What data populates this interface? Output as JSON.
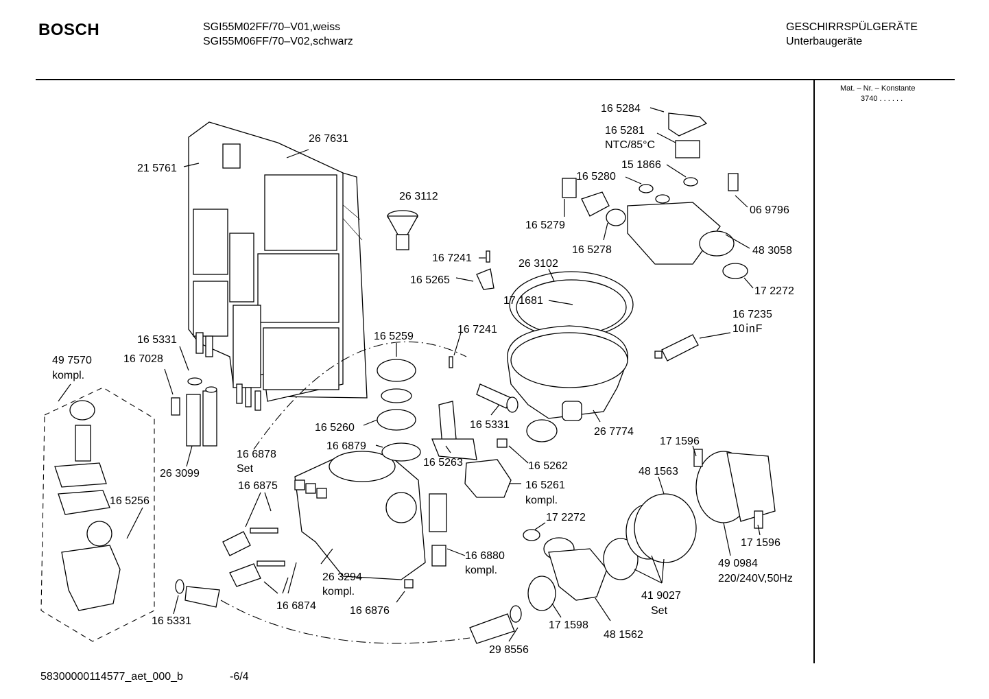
{
  "header": {
    "brand": "BOSCH",
    "model_line1": "SGI55M02FF/70–V01,weiss",
    "model_line2": "SGI55M06FF/70–V02,schwarz",
    "category_line1": "GESCHIRRSPÜLGERÄTE",
    "category_line2": "Unterbaugeräte"
  },
  "side_panel": {
    "mat_label": "Mat. – Nr. – Konstante",
    "mat_value": "3740 . . . . . ."
  },
  "footer": {
    "doc_id": "58300000114577_aet_000_b",
    "page": "-6/4"
  },
  "parts": [
    {
      "number": "16 5284"
    },
    {
      "number": "16 5281",
      "note": "NTC/85°C"
    },
    {
      "number": "15 1866"
    },
    {
      "number": "16 5280"
    },
    {
      "number": "06 9796"
    },
    {
      "number": "16 5279"
    },
    {
      "number": "16 5278"
    },
    {
      "number": "48 3058"
    },
    {
      "number": "17 2272"
    },
    {
      "number": "26 7631"
    },
    {
      "number": "21 5761"
    },
    {
      "number": "26 3112"
    },
    {
      "number": "16 7241"
    },
    {
      "number": "26 3102"
    },
    {
      "number": "16 5265"
    },
    {
      "number": "17 1681"
    },
    {
      "number": "16 7235",
      "note": "10㏌F"
    },
    {
      "number": "16 5331"
    },
    {
      "number": "16 7028"
    },
    {
      "number": "16 5259"
    },
    {
      "number": "16 7241"
    },
    {
      "number": "49 7570",
      "note": "kompl."
    },
    {
      "number": "16 5260"
    },
    {
      "number": "16 5331"
    },
    {
      "number": "26 7774"
    },
    {
      "number": "16 6878",
      "note": "Set"
    },
    {
      "number": "16 6879"
    },
    {
      "number": "16 5263"
    },
    {
      "number": "16 5262"
    },
    {
      "number": "17 1596"
    },
    {
      "number": "26 3099"
    },
    {
      "number": "48 1563"
    },
    {
      "number": "16 6875"
    },
    {
      "number": "16 5261",
      "note": "kompl."
    },
    {
      "number": "16 5256"
    },
    {
      "number": "17 2272"
    },
    {
      "number": "17 1596"
    },
    {
      "number": "16 6880",
      "note": "kompl."
    },
    {
      "number": "26 3294",
      "note": "kompl."
    },
    {
      "number": "49 0984",
      "note": "220/240V,50Hz"
    },
    {
      "number": "41 9027",
      "note": "Set"
    },
    {
      "number": "16 6874"
    },
    {
      "number": "16 6876"
    },
    {
      "number": "16 5331"
    },
    {
      "number": "17 1598"
    },
    {
      "number": "48 1562"
    },
    {
      "number": "29 8556"
    }
  ]
}
